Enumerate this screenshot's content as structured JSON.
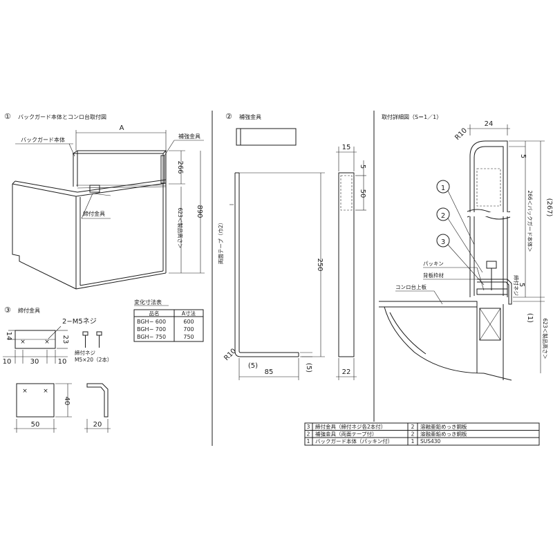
{
  "colors": {
    "line": "#1a1a1a",
    "background": "#ffffff"
  },
  "section1": {
    "num": "①",
    "title": "バックガード本体とコンロ台取付図",
    "dim_a": "A",
    "label_body": "バックガード本体",
    "label_reinforce": "補強金具",
    "label_clamp": "締付金具",
    "dim_266": "266",
    "dim_890": "890",
    "dim_623": "623＜製品高さ＞"
  },
  "section2": {
    "num": "②",
    "title": "補強金具",
    "label_tape": "両面テープ（巾2）",
    "dim_15": "15",
    "dim_5": "5",
    "dim_50": "50",
    "dim_250": "250",
    "dim_r10": "R10",
    "dim_5b": "(5)",
    "dim_5c": "(5)",
    "dim_85": "85",
    "dim_22": "22"
  },
  "section3": {
    "num": "③",
    "title": "締付金具",
    "label_screw": "2−M5ネジ",
    "label_screw2": "締付ネジ",
    "label_screw_spec": "M5×20（2本）",
    "dim_14": "14",
    "dim_23": "23",
    "dim_10a": "10",
    "dim_30": "30",
    "dim_10b": "10",
    "dim_40": "40",
    "dim_50": "50",
    "dim_20": "20"
  },
  "size_table": {
    "title": "変化寸法表",
    "headers": [
      "品名",
      "A寸法"
    ],
    "rows": [
      [
        "BGH− 600",
        "600"
      ],
      [
        "BGH− 700",
        "700"
      ],
      [
        "BGH− 750",
        "750"
      ]
    ]
  },
  "section4": {
    "title": "取付詳細図（S＝1／1）",
    "dim_24": "24",
    "dim_r10": "R10",
    "dim_5top": "5",
    "dim_266": "266＜バックガード本体＞",
    "dim_267": "(267)",
    "callout_1": "1",
    "callout_2": "2",
    "callout_3": "3",
    "label_packing": "パッキン",
    "label_backframe": "背板枠材",
    "label_stove": "コンロ台上板",
    "label_screw": "締付ネジ",
    "dim_5mid": "5",
    "dim_1": "(1)",
    "dim_623": "623＜製品高さ＞"
  },
  "parts_table": {
    "rows": [
      {
        "no": "3",
        "name": "締付金具（締付ネジ各2本付）",
        "qty": "2",
        "material": "溶融亜鉛めっき鋼板"
      },
      {
        "no": "2",
        "name": "補強金具（両面テープ付）",
        "qty": "2",
        "material": "溶融亜鉛めっき鋼板"
      },
      {
        "no": "1",
        "name": "バックガード本体（パッキン付）",
        "qty": "1",
        "material": "SUS430"
      }
    ]
  }
}
